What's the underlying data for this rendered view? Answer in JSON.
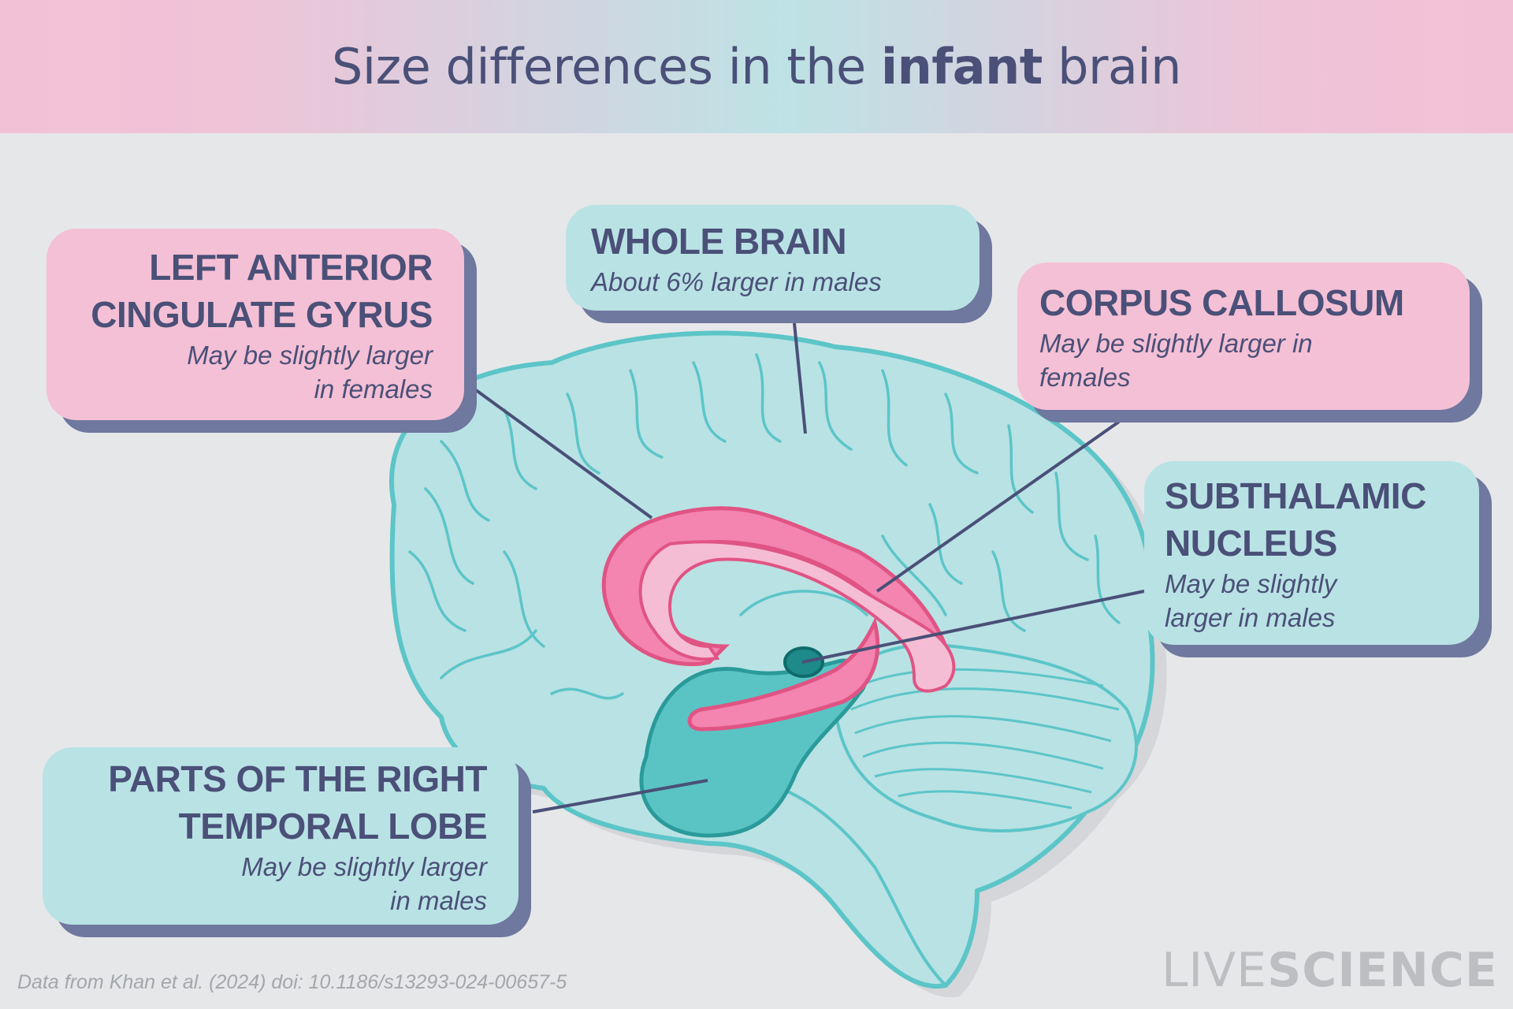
{
  "header": {
    "title_prefix": "Size differences in the ",
    "title_bold": "infant",
    "title_suffix": " brain"
  },
  "colors": {
    "pink_box": "#f4c0d5",
    "teal_box": "#b9e2e4",
    "shadow": "#6f789e",
    "text": "#4a5078",
    "brain_fill": "#b9e2e4",
    "brain_outline": "#5cc5c8",
    "pink_structure": "#f385b0",
    "pink_structure_outline": "#e05484",
    "dark_teal": "#1e8a8a",
    "background": "#e6e7e9"
  },
  "callouts": [
    {
      "id": "left-anterior-cingulate-gyrus",
      "heading": "LEFT ANTERIOR\nCINGULATE GYRUS",
      "detail": "May be slightly larger\nin females",
      "color": "pink"
    },
    {
      "id": "whole-brain",
      "heading": "WHOLE BRAIN",
      "detail": "About 6% larger in males",
      "color": "teal"
    },
    {
      "id": "corpus-callosum",
      "heading": "CORPUS CALLOSUM",
      "detail": "May be slightly larger in\nfemales",
      "color": "pink"
    },
    {
      "id": "subthalamic-nucleus",
      "heading": "SUBTHALAMIC\nNUCLEUS",
      "detail": "May be slightly\nlarger in males",
      "color": "teal"
    },
    {
      "id": "right-temporal-lobe",
      "heading": "PARTS OF THE RIGHT\nTEMPORAL LOBE",
      "detail": "May be slightly larger\nin males",
      "color": "teal"
    }
  ],
  "footer": {
    "citation": "Data from Khan et al. (2024) doi: 10.1186/s13293-024-00657-5"
  },
  "logo": {
    "part1": "LIVE",
    "part2": "SCIENCE"
  }
}
